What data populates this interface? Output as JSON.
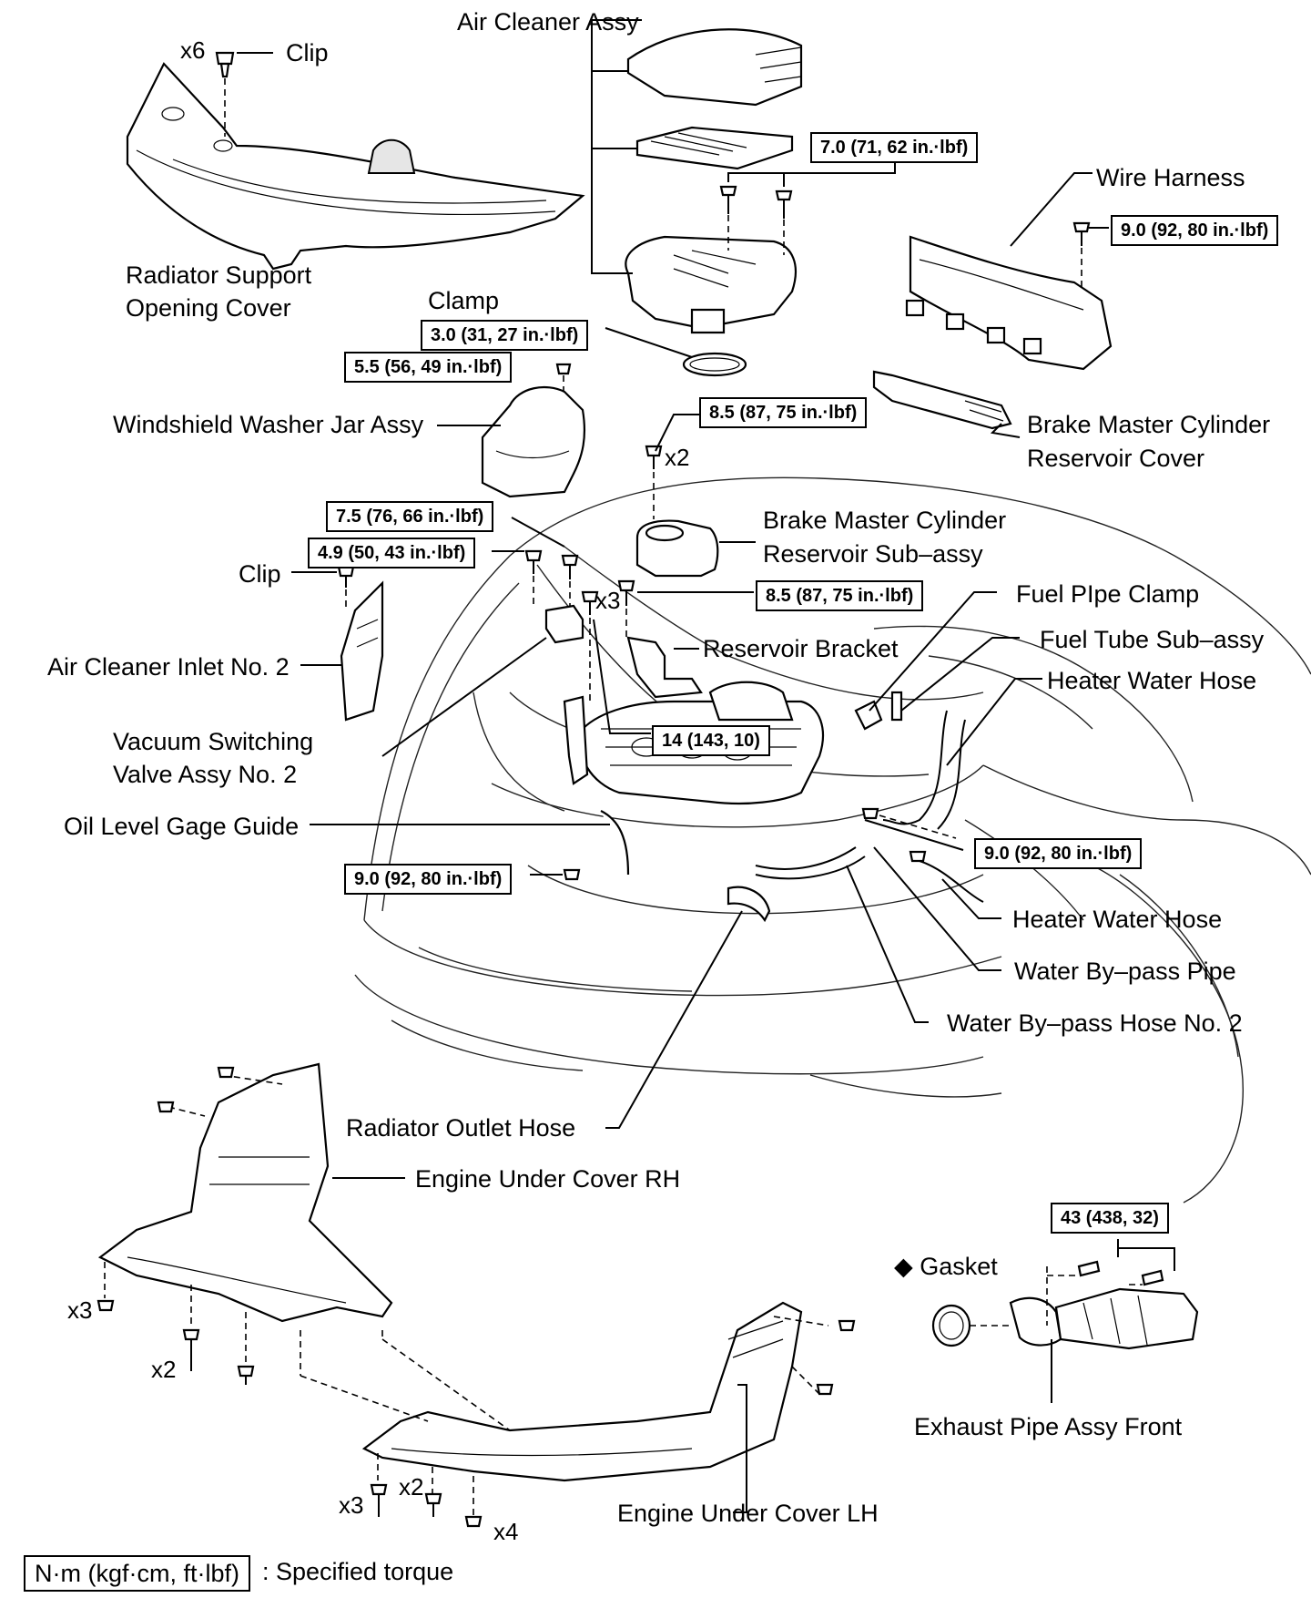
{
  "labels": {
    "air_cleaner_assy": "Air Cleaner Assy",
    "clip_top": "Clip",
    "radiator_support_cover_1": "Radiator Support",
    "radiator_support_cover_2": "Opening Cover",
    "clamp": "Clamp",
    "windshield_washer": "Windshield Washer Jar Assy",
    "clip_inlet": "Clip",
    "air_cleaner_inlet": "Air Cleaner Inlet No. 2",
    "vsv_1": "Vacuum Switching",
    "vsv_2": "Valve Assy No. 2",
    "oil_level_gage": "Oil Level Gage Guide",
    "wire_harness": "Wire Harness",
    "brake_reservoir_cover_1": "Brake Master Cylinder",
    "brake_reservoir_cover_2": "Reservoir Cover",
    "brake_reservoir_sub_1": "Brake Master Cylinder",
    "brake_reservoir_sub_2": "Reservoir Sub–assy",
    "fuel_pipe_clamp": "Fuel PIpe Clamp",
    "fuel_tube": "Fuel Tube Sub–assy",
    "heater_hose_upper": "Heater Water Hose",
    "reservoir_bracket": "Reservoir Bracket",
    "heater_hose_lower": "Heater Water Hose",
    "water_bypass_pipe": "Water By–pass Pipe",
    "water_bypass_hose": "Water By–pass Hose No. 2",
    "radiator_outlet_hose": "Radiator Outlet Hose",
    "engine_under_cover_rh": "Engine Under Cover RH",
    "engine_under_cover_lh": "Engine Under Cover LH",
    "gasket": "◆ Gasket",
    "exhaust_pipe": "Exhaust Pipe Assy Front"
  },
  "torques": {
    "t_air_cleaner": "7.0 (71, 62 in.·lbf)",
    "t_wire_harness": "9.0 (92, 80 in.·lbf)",
    "t_clamp": "3.0 (31, 27 in.·lbf)",
    "t_washer": "5.5 (56, 49 in.·lbf)",
    "t_reservoir_cover": "8.5 (87, 75 in.·lbf)",
    "t_vsv": "7.5 (76, 66 in.·lbf)",
    "t_inlet": "4.9 (50, 43 in.·lbf)",
    "t_bracket": "8.5 (87, 75 in.·lbf)",
    "t_gage": "14 (143, 10)",
    "t_bypass": "9.0 (92, 80 in.·lbf)",
    "t_oil": "9.0 (92, 80 in.·lbf)",
    "t_exhaust": "43 (438, 32)"
  },
  "quantities": {
    "q_clip": "x6",
    "q_reservoir": "x2",
    "q_bracket": "x3",
    "q_rh_a": "x3",
    "q_rh_b": "x2",
    "q_lh_a": "x3",
    "q_lh_b": "x2",
    "q_lh_c": "x4"
  },
  "legend": {
    "box": "N·m (kgf·cm, ft·lbf)",
    "text": ": Specified torque"
  }
}
